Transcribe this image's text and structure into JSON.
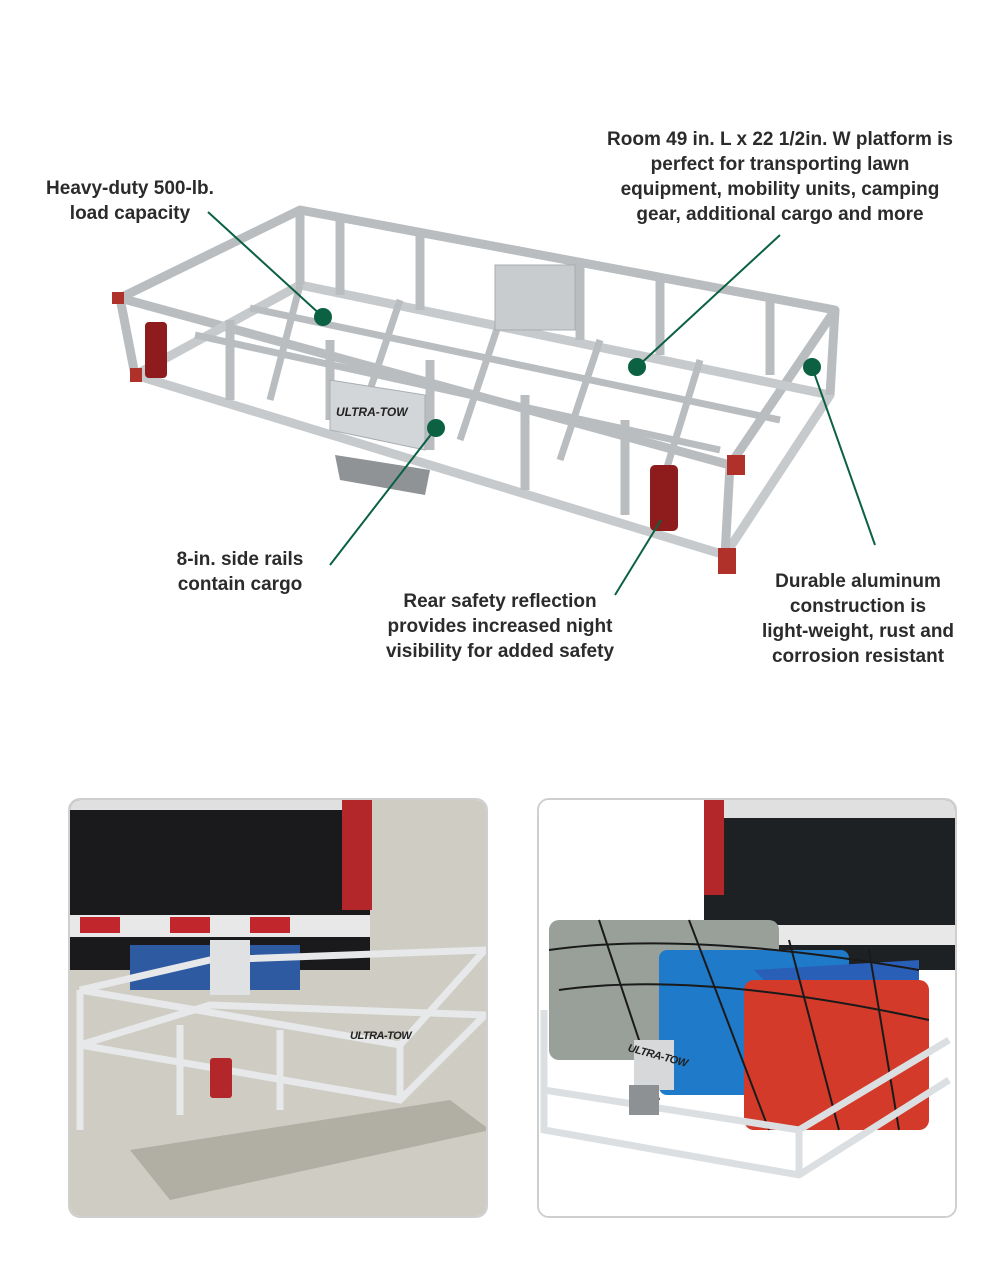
{
  "brand_logo": "ULTRA-TOW",
  "accent_color": "#0b6142",
  "callouts": {
    "load": [
      "Heavy-duty 500-lb.",
      "load capacity"
    ],
    "room": [
      "Room 49 in. L x 22 1/2in. W platform is",
      "perfect for transporting lawn",
      "equipment, mobility units,  camping",
      "gear, additional cargo and more"
    ],
    "rails": [
      "8-in. side rails",
      "contain cargo"
    ],
    "rear": [
      "Rear safety reflection",
      "provides increased night",
      "visibility for added safety"
    ],
    "aluminum": [
      "Durable aluminum",
      "construction is",
      "light-weight, rust and",
      "corrosion resistant"
    ]
  }
}
